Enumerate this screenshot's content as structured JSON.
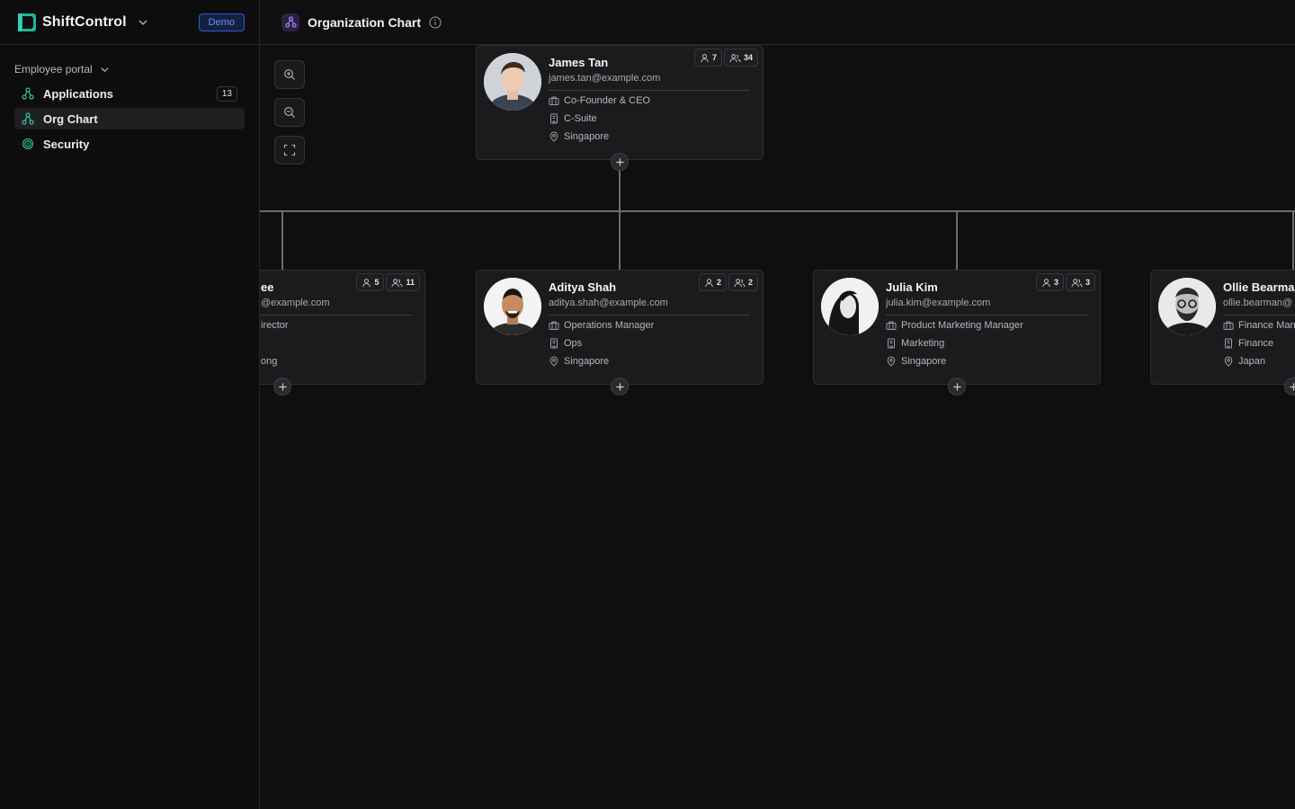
{
  "app": {
    "name": "ShiftControl",
    "badge": "Demo"
  },
  "sidebar": {
    "section_title": "Employee portal",
    "items": [
      {
        "label": "Applications",
        "count": "13",
        "icon": "org-icon",
        "active": false
      },
      {
        "label": "Org Chart",
        "icon": "org-icon",
        "active": true
      },
      {
        "label": "Security",
        "icon": "fingerprint-icon",
        "active": false
      }
    ]
  },
  "header": {
    "title": "Organization Chart"
  },
  "colors": {
    "accent": "#2fc6a4",
    "badge_blue": "#6f93ff",
    "line": "#6c6c75",
    "card_bg": "#1b1b1e"
  },
  "root": {
    "name": "James Tan",
    "email": "james.tan@example.com",
    "title": "Co-Founder & CEO",
    "department": "C-Suite",
    "location": "Singapore",
    "direct_reports": "7",
    "total_reports": "34"
  },
  "children": [
    {
      "name": "ee",
      "email": "@example.com",
      "title": "irector",
      "department": "",
      "location": "ong",
      "direct_reports": "5",
      "total_reports": "11"
    },
    {
      "name": "Aditya Shah",
      "email": "aditya.shah@example.com",
      "title": "Operations Manager",
      "department": "Ops",
      "location": "Singapore",
      "direct_reports": "2",
      "total_reports": "2"
    },
    {
      "name": "Julia Kim",
      "email": "julia.kim@example.com",
      "title": "Product Marketing Manager",
      "department": "Marketing",
      "location": "Singapore",
      "direct_reports": "3",
      "total_reports": "3"
    },
    {
      "name": "Ollie Bearman",
      "email": "ollie.bearman@",
      "title": "Finance Man",
      "department": "Finance",
      "location": "Japan"
    }
  ]
}
